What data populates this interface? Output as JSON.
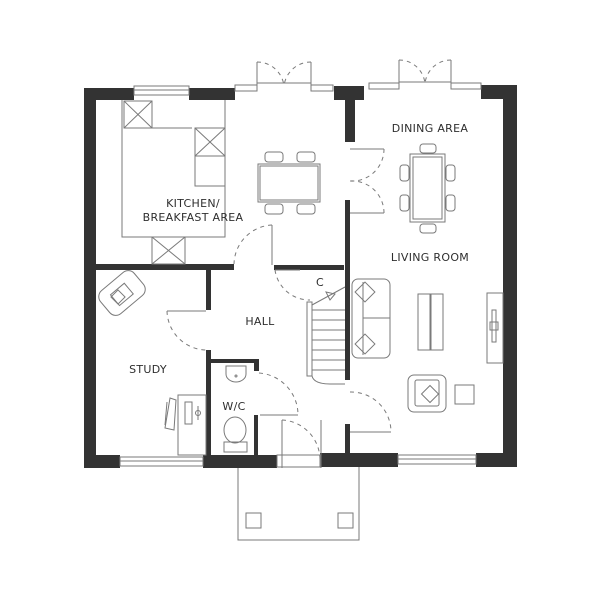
{
  "plan": {
    "type": "ground floor plan",
    "colors": {
      "wall": "#333333",
      "line": "#7a7a7a",
      "background": "#ffffff",
      "text": "#2e2e2e"
    }
  },
  "rooms": {
    "kitchen": {
      "label": "KITCHEN/\nBREAKFAST AREA"
    },
    "dining": {
      "label": "DINING AREA"
    },
    "living": {
      "label": "LIVING ROOM"
    },
    "hall": {
      "label": "HALL"
    },
    "study": {
      "label": "STUDY"
    },
    "wc": {
      "label": "W/C"
    },
    "cupboard": {
      "label": "C"
    }
  }
}
